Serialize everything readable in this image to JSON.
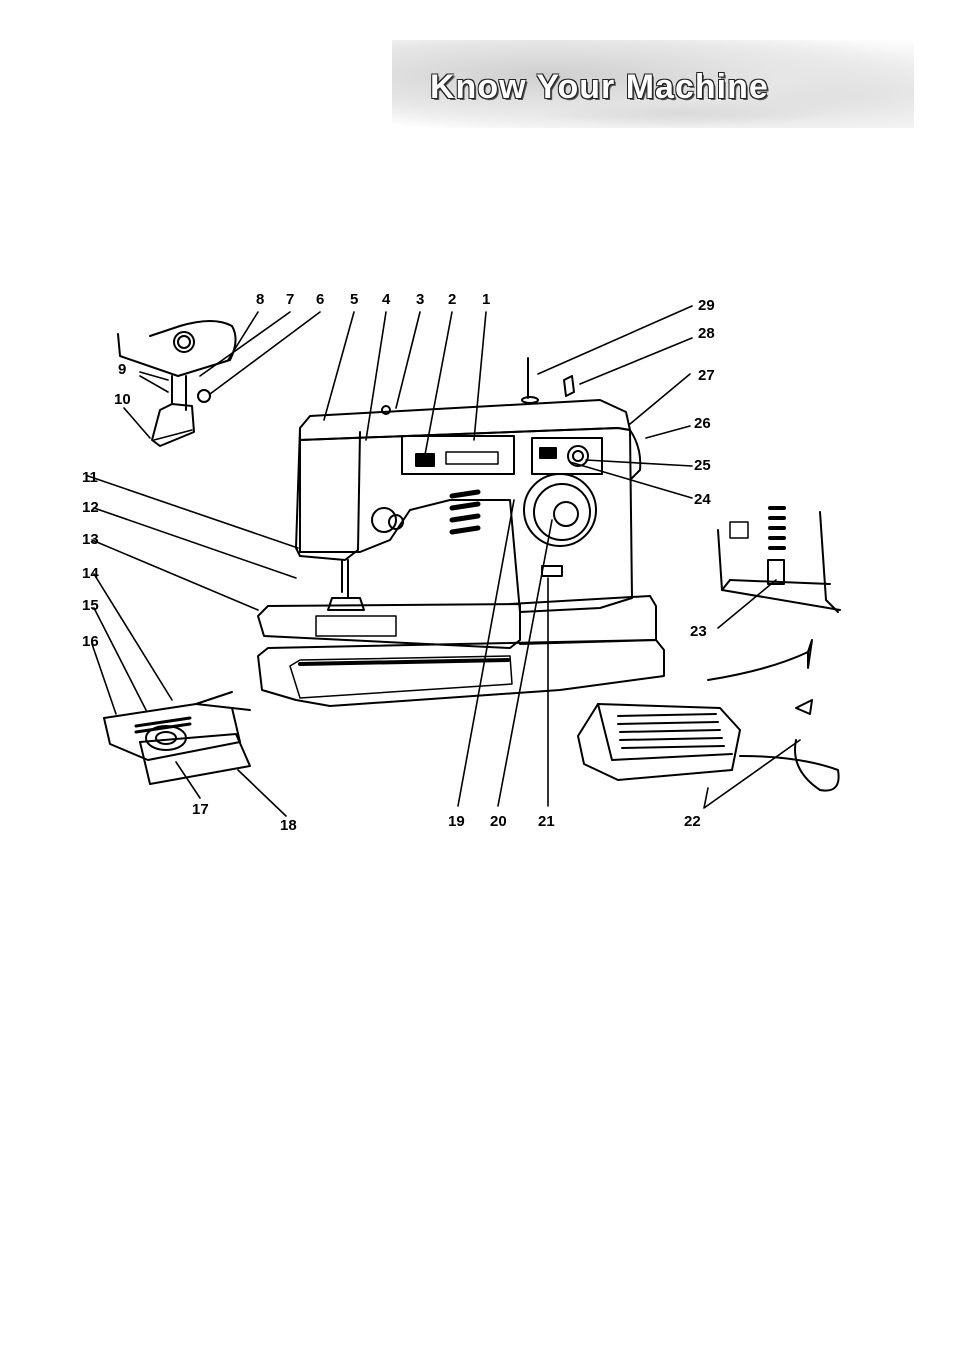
{
  "page": {
    "title": "Know Your Machine"
  },
  "callouts": [
    {
      "id": "1",
      "label": "1"
    },
    {
      "id": "2",
      "label": "2"
    },
    {
      "id": "3",
      "label": "3"
    },
    {
      "id": "4",
      "label": "4"
    },
    {
      "id": "5",
      "label": "5"
    },
    {
      "id": "6",
      "label": "6"
    },
    {
      "id": "7",
      "label": "7"
    },
    {
      "id": "8",
      "label": "8"
    },
    {
      "id": "9",
      "label": "9"
    },
    {
      "id": "10",
      "label": "10"
    },
    {
      "id": "11",
      "label": "11"
    },
    {
      "id": "12",
      "label": "12"
    },
    {
      "id": "13",
      "label": "13"
    },
    {
      "id": "14",
      "label": "14"
    },
    {
      "id": "15",
      "label": "15"
    },
    {
      "id": "16",
      "label": "16"
    },
    {
      "id": "17",
      "label": "17"
    },
    {
      "id": "18",
      "label": "18"
    },
    {
      "id": "19",
      "label": "19"
    },
    {
      "id": "20",
      "label": "20"
    },
    {
      "id": "21",
      "label": "21"
    },
    {
      "id": "22",
      "label": "22"
    },
    {
      "id": "23",
      "label": "23"
    },
    {
      "id": "24",
      "label": "24"
    },
    {
      "id": "25",
      "label": "25"
    },
    {
      "id": "26",
      "label": "26"
    },
    {
      "id": "27",
      "label": "27"
    },
    {
      "id": "28",
      "label": "28"
    },
    {
      "id": "29",
      "label": "29"
    }
  ],
  "colors": {
    "ink": "#000000",
    "title_fill": "#ffffff",
    "title_band": "#d9d9d9"
  }
}
